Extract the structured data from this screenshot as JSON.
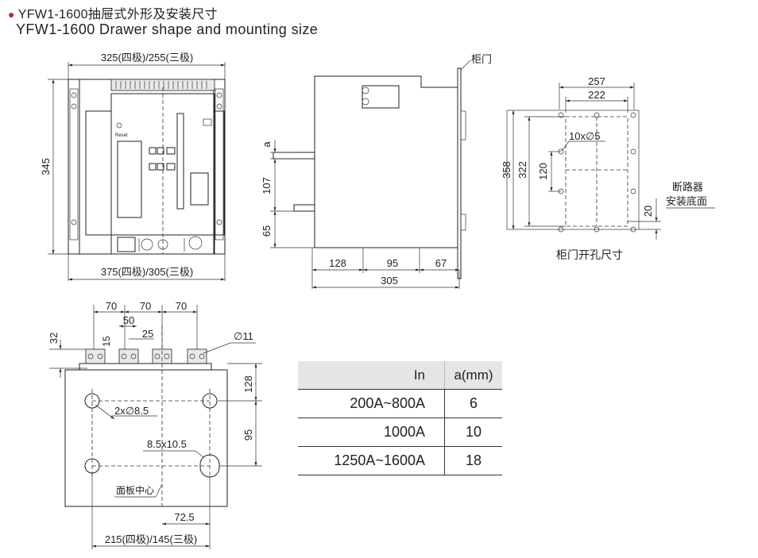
{
  "title": {
    "cn": "YFW1-1600抽屉式外形及安装尺寸",
    "en": "YFW1-1600 Drawer shape and mounting size"
  },
  "front_view": {
    "dim_top": "325(四极)/255(三极)",
    "dim_bottom": "375(四极)/305(三极)",
    "dim_height": "345",
    "reset_label": "Reset"
  },
  "side_view": {
    "door_label": "柜门",
    "dim_a": "a",
    "dim_107": "107",
    "dim_65": "65",
    "dim_128": "128",
    "dim_95": "95",
    "dim_67": "67",
    "dim_305": "305"
  },
  "cutout_view": {
    "dim_257": "257",
    "dim_222": "222",
    "dim_358": "358",
    "dim_322": "322",
    "dim_120": "120",
    "holes": "10x∅5",
    "dim_20": "20",
    "breaker_base_line1": "断路器",
    "breaker_base_line2": "安装底面",
    "caption": "柜门开孔尺寸"
  },
  "mount_view": {
    "dim_70a": "70",
    "dim_70b": "70",
    "dim_70c": "70",
    "dim_50": "50",
    "dim_25": "25",
    "dim_15": "15",
    "dim_32": "32",
    "dim_hole11": "∅11",
    "dim_128": "128",
    "dim_95": "95",
    "holes": "2x∅8.5",
    "slot": "8.5x10.5",
    "panel_center": "面板中心",
    "dim_72_5": "72.5",
    "dim_width": "215(四极)/145(三极)"
  },
  "table": {
    "header": [
      "In",
      "a(mm)"
    ],
    "rows": [
      [
        "200A~800A",
        "6"
      ],
      [
        "1000A",
        "10"
      ],
      [
        "1250A~1600A",
        "18"
      ]
    ]
  },
  "colors": {
    "bullet": "#d0202a",
    "table_header_bg": "#e5e5e5"
  }
}
